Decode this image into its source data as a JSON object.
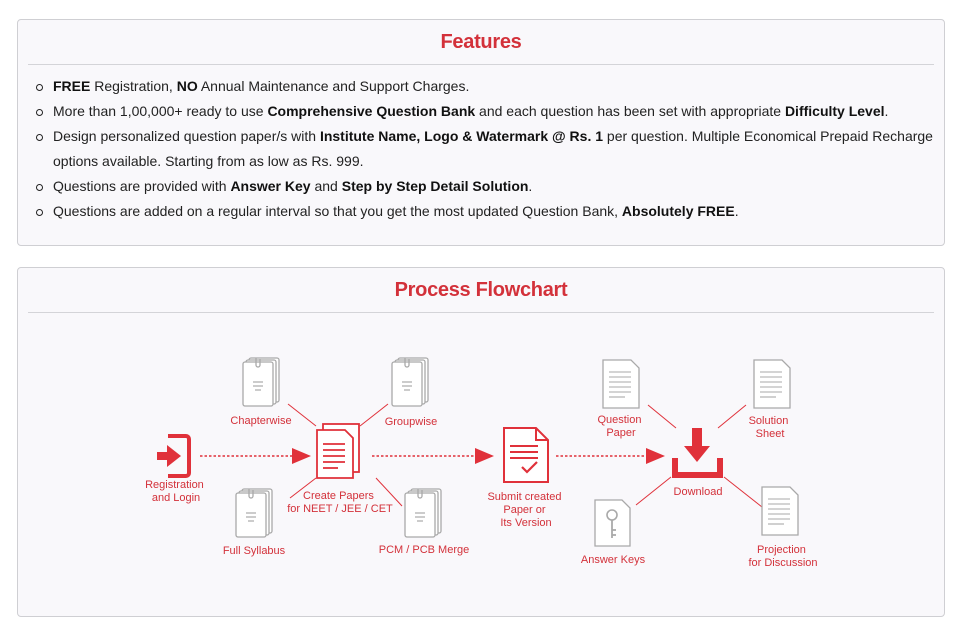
{
  "features": {
    "title": "Features",
    "items": [
      [
        {
          "t": "FREE",
          "b": true
        },
        {
          "t": " Registration, "
        },
        {
          "t": "NO",
          "b": true
        },
        {
          "t": " Annual Maintenance and Support Charges."
        }
      ],
      [
        {
          "t": "More than 1,00,000+ ready to use "
        },
        {
          "t": "Comprehensive Question Bank",
          "b": true
        },
        {
          "t": " and each question has been set with appropriate "
        },
        {
          "t": "Difficulty Level",
          "b": true
        },
        {
          "t": "."
        }
      ],
      [
        {
          "t": "Design personalized question paper/s with "
        },
        {
          "t": "Institute Name, Logo & Watermark @ Rs. 1",
          "b": true
        },
        {
          "t": " per question. Multiple Economical Prepaid Recharge options available. Starting from as low as Rs. 999."
        }
      ],
      [
        {
          "t": "Questions are provided with "
        },
        {
          "t": "Answer Key",
          "b": true
        },
        {
          "t": " and "
        },
        {
          "t": "Step by Step Detail Solution",
          "b": true
        },
        {
          "t": "."
        }
      ],
      [
        {
          "t": "Questions are added on a regular interval so that you get the most updated Question Bank, "
        },
        {
          "t": "Absolutely FREE",
          "b": true
        },
        {
          "t": "."
        }
      ]
    ]
  },
  "flowchart": {
    "title": "Process Flowchart",
    "labels": {
      "registration": [
        "Registration",
        "and Login"
      ],
      "chapterwise": "Chapterwise",
      "groupwise": "Groupwise",
      "full_syllabus": "Full Syllabus",
      "pcm_pcb": "PCM / PCB Merge",
      "create_papers": [
        "Create Papers",
        "for NEET / JEE / CET"
      ],
      "submit": [
        "Submit created",
        "Paper or",
        "Its Version"
      ],
      "question_paper": [
        "Question",
        "Paper"
      ],
      "solution_sheet": [
        "Solution",
        "Sheet"
      ],
      "download": "Download",
      "answer_keys": "Answer Keys",
      "projection": [
        "Projection",
        "for Discussion"
      ]
    },
    "colors": {
      "accent": "#e0313a",
      "gray": "#9a9a9a"
    }
  }
}
